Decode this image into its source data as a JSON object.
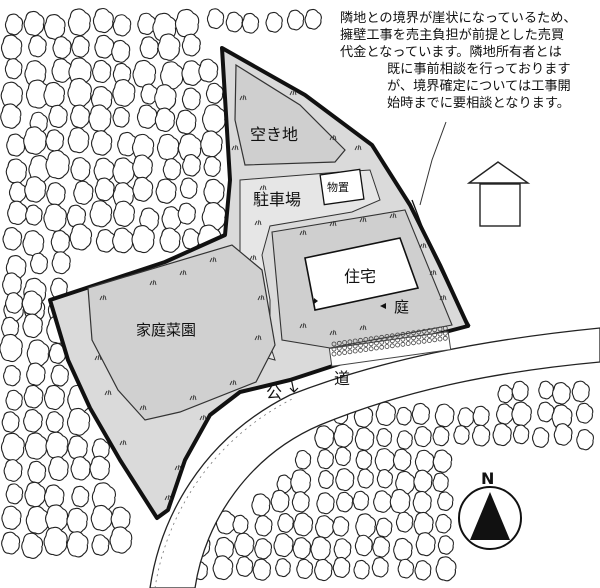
{
  "note": {
    "lines": [
      "隣地との境界が崖状になっているため、",
      "擁壁工事を売主負担が前提とした売買",
      "代金となっています。隣地所有者とは",
      "既に事前相談を行っております",
      "が、境界確定については工事開",
      "始時までに要相談となります。"
    ]
  },
  "labels": {
    "vacant_lot": "空き地",
    "parking": "駐車場",
    "storage": "物置",
    "house": "住宅",
    "garden_yard": "庭",
    "vegetable_garden": "家庭菜園",
    "public_road": [
      "公",
      "道"
    ]
  },
  "compass": {
    "letter": "N",
    "icon": "north-arrow-icon"
  },
  "colors": {
    "ink": "#111111",
    "site_fill": "#d9d9d9",
    "lot_fill": "#cfcfcf",
    "house_fill": "#ffffff"
  }
}
